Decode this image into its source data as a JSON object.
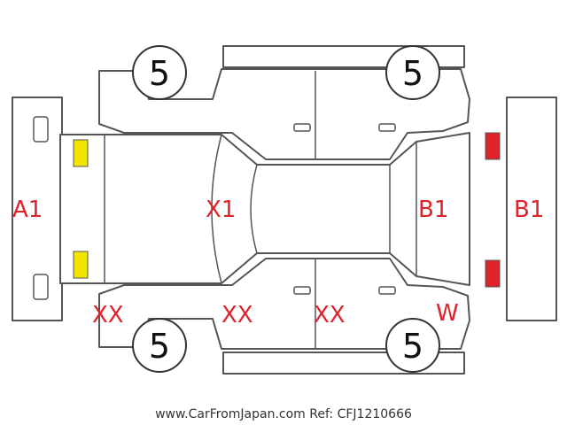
{
  "colors": {
    "damage_text": "#e0222a",
    "yellow_marker": "#f2e600",
    "red_marker": "#e0222a",
    "outline": "#555555"
  },
  "diagram": {
    "labels": {
      "front_bumper": "A1",
      "hood": "X1",
      "roof_rear": "B1",
      "rear_bumper": "B1",
      "front_left_fender": "XX",
      "front_left_door": "XX",
      "rear_left_door": "XX",
      "rear_left_quarter": "W"
    },
    "tire_grades": {
      "front_left": "5",
      "rear_left": "5",
      "front_right": "5",
      "rear_right": "5"
    }
  },
  "footer": {
    "text": "www.CarFromJapan.com Ref: CFJ1210666"
  }
}
